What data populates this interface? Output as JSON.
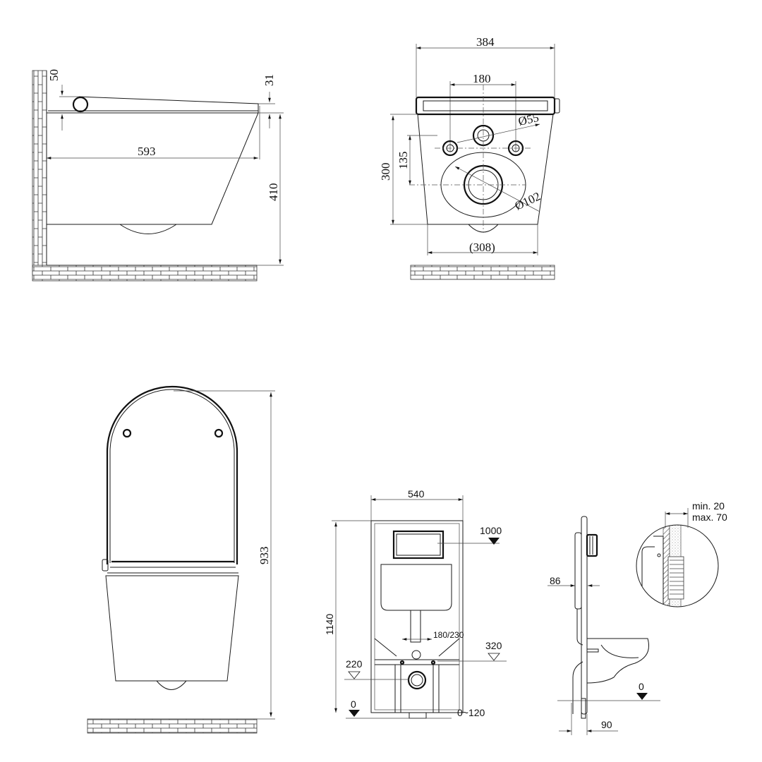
{
  "diagram": {
    "title": "Wall-hung toilet and installation frame dimension drawing",
    "units": "mm",
    "views": {
      "side_view": {
        "dimensions": {
          "lid_height": "50",
          "seat_offset": "31",
          "depth": "593",
          "rim_height": "410"
        }
      },
      "rear_view": {
        "dimensions": {
          "overall_width": "384",
          "bolt_spacing": "180",
          "inlet_diameter": "Ø55",
          "outlet_diameter": "Ø102",
          "height": "300",
          "outlet_height": "135",
          "base_width": "(308)"
        }
      },
      "front_view": {
        "dimensions": {
          "overall_height": "933"
        }
      },
      "frame_front_view": {
        "dimensions": {
          "frame_width": "540",
          "frame_height": "1140",
          "flush_plate_level": "1000",
          "bolt_spacing": "180/230",
          "inlet_level": "320",
          "outlet_level": "220",
          "floor_level": "0",
          "leg_adjust": "0~120"
        }
      },
      "frame_side_view": {
        "dimensions": {
          "frame_depth": "86",
          "floor_level": "0",
          "leg_offset": "90"
        }
      },
      "wall_detail": {
        "dimensions": {
          "min_label": "min. 20",
          "max_label": "max. 70"
        }
      }
    }
  }
}
